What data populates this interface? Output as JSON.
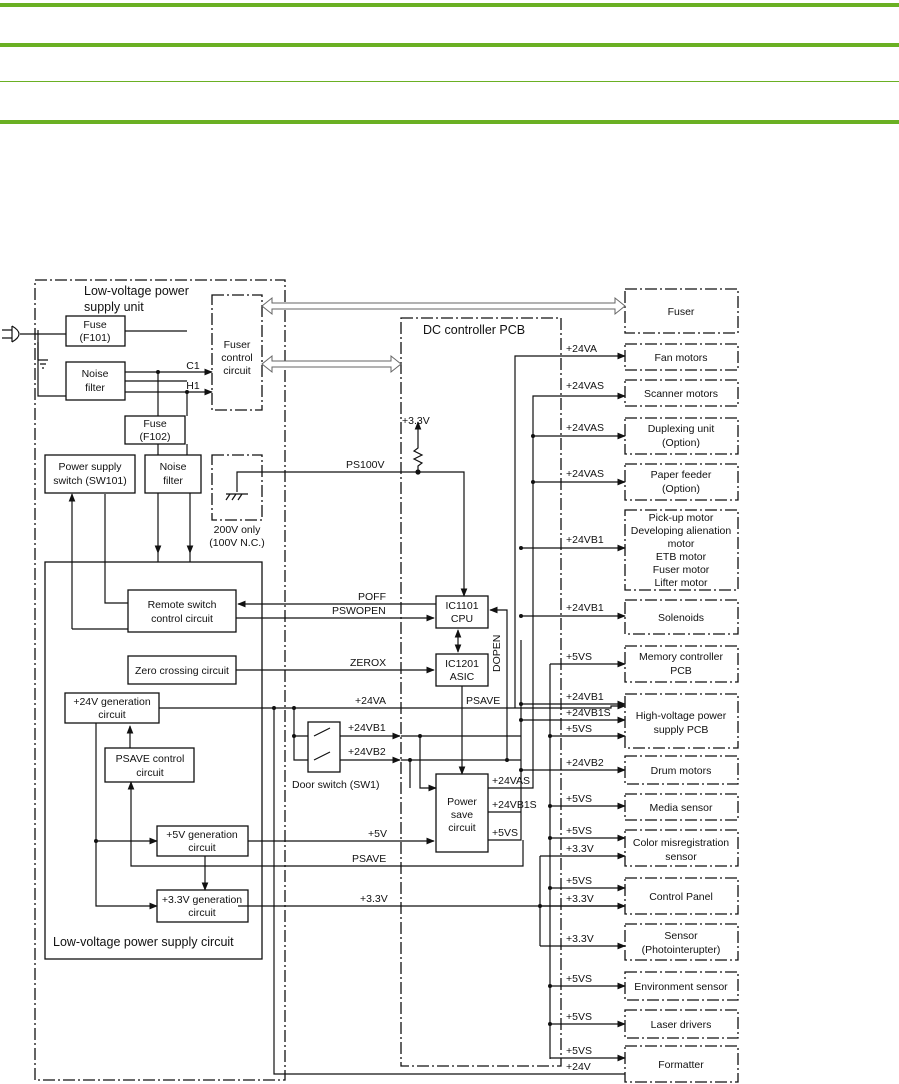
{
  "colors": {
    "rule": "#6ab023",
    "line": "#111111",
    "gray_line": "#8a8a8a"
  },
  "psu": {
    "title_line1": "Low-voltage power",
    "title_line2": "supply unit",
    "fuse_f101": [
      "Fuse",
      "(F101)"
    ],
    "noise_filter_1": [
      "Noise",
      "filter"
    ],
    "fuser_control": [
      "Fuser",
      "control",
      "circuit"
    ],
    "c1": "C1",
    "h1": "H1",
    "fuse_f102": [
      "Fuse",
      "(F102)"
    ],
    "power_switch": [
      "Power supply",
      "switch (SW101)"
    ],
    "noise_filter_2": [
      "Noise",
      "filter"
    ],
    "option_200v": [
      "200V only",
      "(100V N.C.)"
    ]
  },
  "lvps": {
    "label": "Low-voltage power supply circuit",
    "remote_switch": [
      "Remote switch",
      "control circuit"
    ],
    "zero_crossing": "Zero crossing circuit",
    "gen_24v": [
      "+24V generation",
      "circuit"
    ],
    "psave_control": [
      "PSAVE control",
      "circuit"
    ],
    "gen_5v": [
      "+5V generation",
      "circuit"
    ],
    "gen_33v": [
      "+3.3V generation",
      "circuit"
    ]
  },
  "dc": {
    "title": "DC controller PCB",
    "v33_top": "+3.3V",
    "ps100v": "PS100V",
    "poff": "POFF",
    "pswopen": "PSWOPEN",
    "zerox": "ZEROX",
    "v24va": "+24VA",
    "psave": "PSAVE",
    "dopen": "DOPEN",
    "cpu": [
      "IC1101",
      "CPU"
    ],
    "asic": [
      "IC1201",
      "ASIC"
    ],
    "power_save": [
      "Power",
      "save",
      "circuit"
    ],
    "v24vb1": "+24VB1",
    "v24vb2": "+24VB2",
    "door_switch": "Door switch (SW1)",
    "v5v": "+5V",
    "psave2": "PSAVE",
    "v33v": "+3.3V",
    "ps_out_24vas": "+24VAS",
    "ps_out_24vb1s": "+24VB1S",
    "ps_out_5vs": "+5VS"
  },
  "outputs": {
    "fuser": "Fuser",
    "fan_motors": "Fan motors",
    "scanner_motors": "Scanner motors",
    "duplexing": [
      "Duplexing unit",
      "(Option)"
    ],
    "paper_feeder": [
      "Paper feeder",
      "(Option)"
    ],
    "motors": [
      "Pick-up motor",
      "Developing alienation",
      "motor",
      "ETB motor",
      "Fuser motor",
      "Lifter motor"
    ],
    "solenoids": "Solenoids",
    "memory_ctrl": [
      "Memory controller",
      "PCB"
    ],
    "hv_power": [
      "High-voltage power",
      "supply PCB"
    ],
    "drum_motors": "Drum motors",
    "media_sensor": "Media sensor",
    "color_misreg": [
      "Color misregistration",
      "sensor"
    ],
    "control_panel": "Control Panel",
    "sensor_photo": [
      "Sensor",
      "(Photointerupter)"
    ],
    "env_sensor": "Environment sensor",
    "laser_drivers": "Laser drivers",
    "formatter": "Formatter"
  },
  "rail_labels": {
    "fan": "+24VA",
    "scanner": "+24VAS",
    "duplex": "+24VAS",
    "feeder": "+24VAS",
    "motors": "+24VB1",
    "solenoids": "+24VB1",
    "memory": "+5VS",
    "hv1": "+24VB1",
    "hv2": "+24VB1S",
    "hv3": "+5VS",
    "drum": "+24VB2",
    "media": "+5VS",
    "color1": "+5VS",
    "color2": "+3.3V",
    "cpanel1": "+5VS",
    "cpanel2": "+3.3V",
    "sensor": "+3.3V",
    "env": "+5VS",
    "laser": "+5VS",
    "fmt1": "+5VS",
    "fmt2": "+24V"
  }
}
